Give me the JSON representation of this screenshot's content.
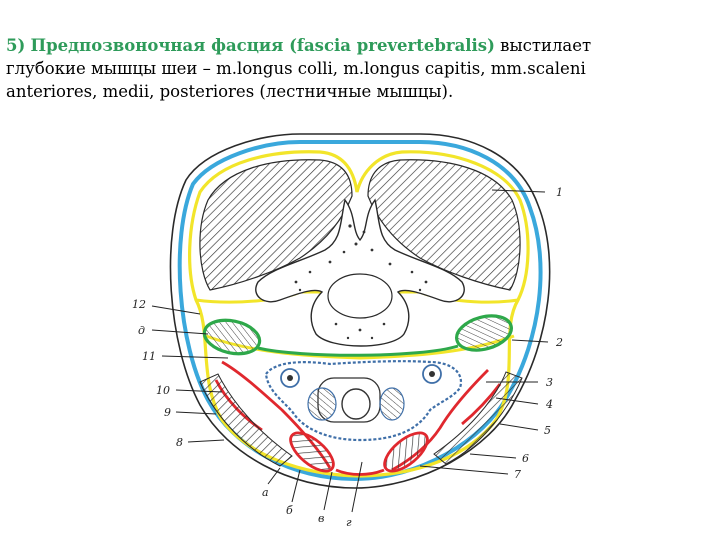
{
  "heading": {
    "number": "5)",
    "term": "Предпозвоночная фасция (fascia prevertebralis)",
    "rest_line1": " выстилает",
    "line2": "глубокие мышцы шеи – m.longus colli, m.longus capitis, mm.scaleni",
    "line3": "anteriores, medii, posteriores (лестничные мышцы)."
  },
  "labels": {
    "right": [
      "1",
      "2",
      "3",
      "4",
      "5",
      "6",
      "7"
    ],
    "left": [
      "12",
      "д",
      "11",
      "10",
      "9",
      "8"
    ],
    "bottom": [
      "а",
      "б",
      "в",
      "г"
    ]
  },
  "colors": {
    "heading_green": "#2e9b5a",
    "outline_blue": "#3aa8dc",
    "fascia_yellow": "#f2e52a",
    "fascia_green": "#2ea84a",
    "fascia_red": "#e0282e",
    "fascia_dark_blue": "#3f6fa8",
    "drawing_ink": "#2a2a2a"
  }
}
